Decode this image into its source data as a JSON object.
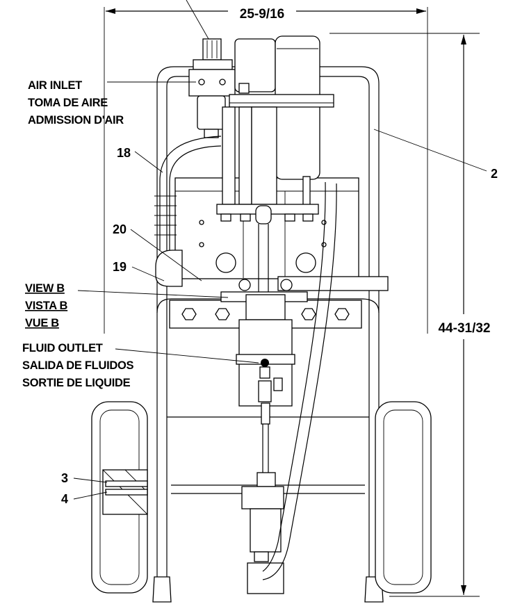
{
  "dimensions": {
    "width": "25-9/16",
    "height": "44-31/32"
  },
  "labels": {
    "air_inlet": [
      "AIR INLET",
      "TOMA DE AIRE",
      "ADMISSION D'AIR"
    ],
    "view_b": [
      "VIEW  B",
      "VISTA B",
      "VUE B"
    ],
    "fluid_outlet": [
      "FLUID OUTLET",
      "SALIDA DE FLUIDOS",
      "SORTIE DE LIQUIDE"
    ]
  },
  "callouts": {
    "c18": "18",
    "c20": "20",
    "c19": "19",
    "c2": "2",
    "c3": "3",
    "c4": "4"
  }
}
